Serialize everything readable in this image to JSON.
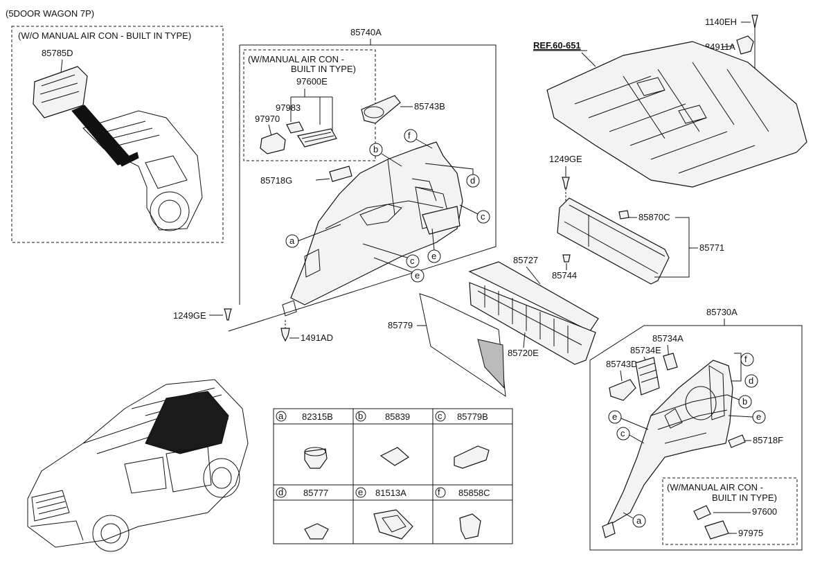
{
  "header": {
    "model_note": "(5DOOR WAGON 7P)"
  },
  "inset_left": {
    "title": "(W/O MANUAL AIR CON - BUILT IN TYPE)",
    "part": "85785D"
  },
  "group_85740A": {
    "group_label": "85740A",
    "inset": {
      "line1": "(W/MANUAL AIR CON -",
      "line2": "BUILT IN TYPE)",
      "parts": [
        "97600E",
        "97983",
        "97970"
      ]
    },
    "parts": [
      "85743B",
      "85718G"
    ]
  },
  "floor": {
    "ref": "REF.60-651",
    "parts": [
      "1140EH",
      "84911A"
    ]
  },
  "loose_parts": {
    "p1249GE_top": "1249GE",
    "p1249GE_left": "1249GE",
    "p1491AD": "1491AD",
    "p85870C": "85870C",
    "p85771": "85771",
    "p85744": "85744",
    "p85727": "85727",
    "p85779": "85779",
    "p85720E": "85720E"
  },
  "group_85730A": {
    "group_label": "85730A",
    "parts": [
      "85734A",
      "85734E",
      "85743D",
      "85718F"
    ],
    "inset": {
      "line1": "(W/MANUAL AIR CON -",
      "line2": "BUILT IN TYPE)",
      "parts": [
        "97600",
        "97975"
      ]
    }
  },
  "callout_letters": [
    "a",
    "b",
    "c",
    "d",
    "e",
    "f"
  ],
  "legend_table": {
    "cells": [
      {
        "letter": "a",
        "part": "82315B"
      },
      {
        "letter": "b",
        "part": "85839"
      },
      {
        "letter": "c",
        "part": "85779B"
      },
      {
        "letter": "d",
        "part": "85777"
      },
      {
        "letter": "e",
        "part": "81513A"
      },
      {
        "letter": "f",
        "part": "85858C"
      }
    ]
  }
}
